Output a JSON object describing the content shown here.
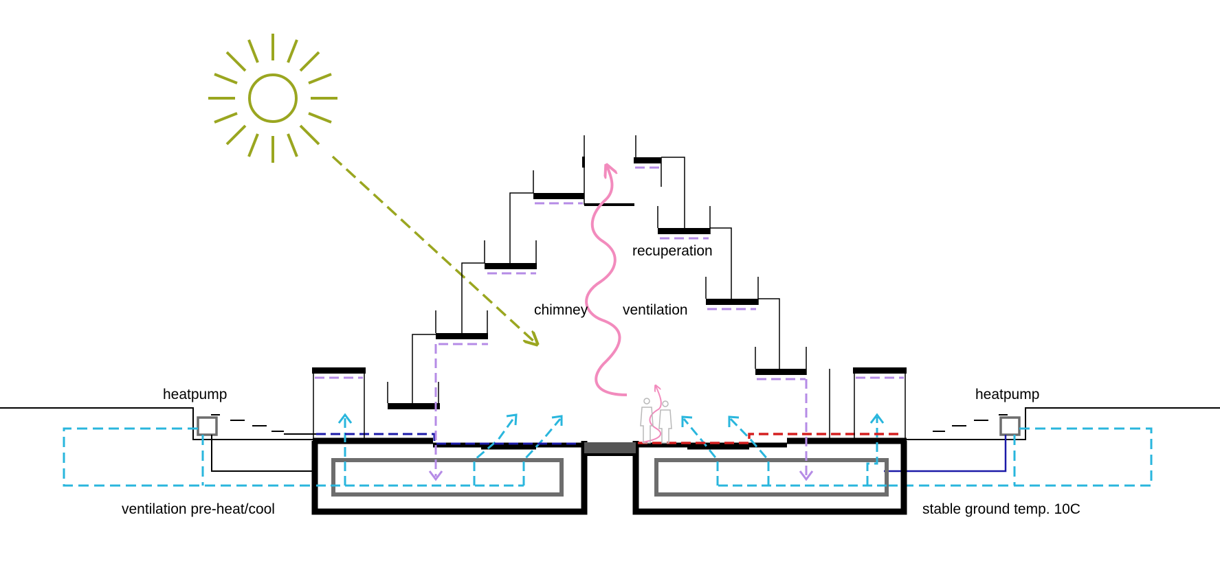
{
  "labels": {
    "heatpump_left": "heatpump",
    "heatpump_right": "heatpump",
    "chimney": "chimney",
    "ventilation": "ventilation",
    "recuperation": "recuperation",
    "preheat_cool": "ventilation pre-heat/cool",
    "ground_temp": "stable ground temp. 10C"
  },
  "colors": {
    "structure": "#000000",
    "duct": "#6d6d6d",
    "fresh_air": "#29b6dd",
    "warm_air": "#f28bbd",
    "exhaust_air": "#b58be6",
    "sun": "#9aa620",
    "cool_supply": "#1b1aa8",
    "warm_return": "#d42020",
    "people": "#b8b8b8"
  },
  "icons": {
    "sun": "sun-icon",
    "people": "people-icon",
    "heatpump": "heatpump-unit-icon"
  }
}
